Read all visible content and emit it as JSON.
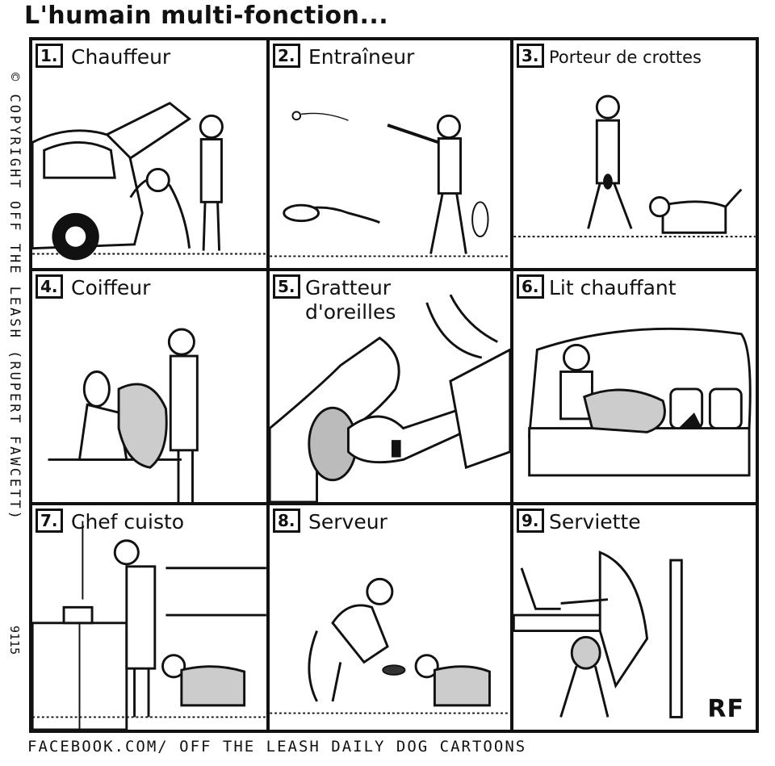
{
  "title": "L'humain multi-fonction...",
  "side_credit": "© COPYRIGHT OFF THE LEASH (RUPERT FAWCETT)",
  "side_code": "9115",
  "footer": "FACEBOOK.COM/ OFF THE LEASH DAILY DOG CARTOONS",
  "signature": "RF",
  "panels": [
    {
      "number": "1.",
      "label": "Chauffeur"
    },
    {
      "number": "2.",
      "label": "Entraîneur"
    },
    {
      "number": "3.",
      "label": "Porteur de crottes"
    },
    {
      "number": "4.",
      "label": "Coiffeur"
    },
    {
      "number": "5.",
      "label": "Gratteur\nd'oreilles"
    },
    {
      "number": "6.",
      "label": "Lit chauffant"
    },
    {
      "number": "7.",
      "label": "Chef cuisto"
    },
    {
      "number": "8.",
      "label": "Serveur"
    },
    {
      "number": "9.",
      "label": "Serviette"
    }
  ]
}
